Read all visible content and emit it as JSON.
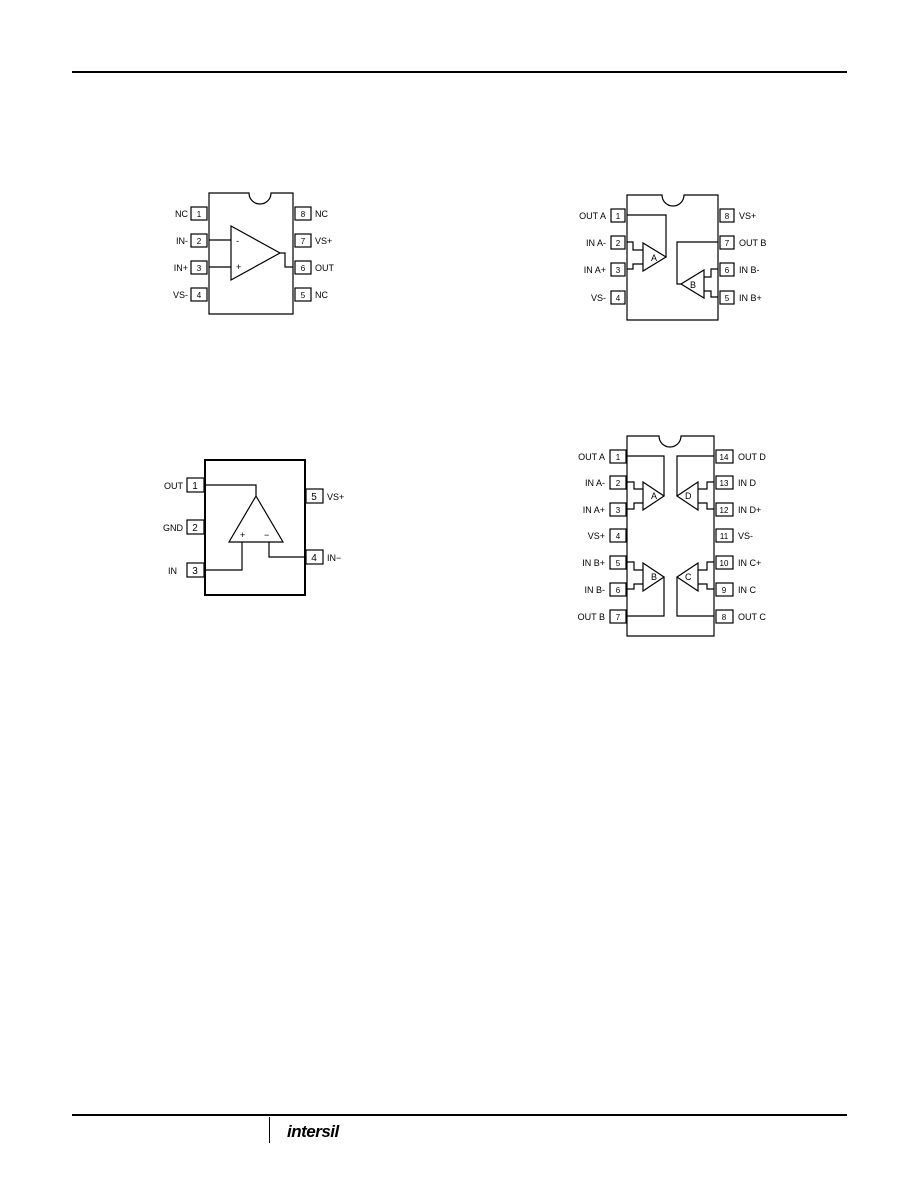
{
  "diagram1": {
    "left_pins": [
      {
        "num": "1",
        "label": "NC"
      },
      {
        "num": "2",
        "label": "IN-"
      },
      {
        "num": "3",
        "label": "IN+"
      },
      {
        "num": "4",
        "label": "VS-"
      }
    ],
    "right_pins": [
      {
        "num": "8",
        "label": "NC"
      },
      {
        "num": "7",
        "label": "VS+"
      },
      {
        "num": "6",
        "label": "OUT"
      },
      {
        "num": "5",
        "label": "NC"
      }
    ],
    "opamp": {
      "plus": "+",
      "minus": "-"
    }
  },
  "diagram2": {
    "left_pins": [
      {
        "num": "1",
        "label": "OUT A"
      },
      {
        "num": "2",
        "label": "IN A-"
      },
      {
        "num": "3",
        "label": "IN A+"
      },
      {
        "num": "4",
        "label": "VS-"
      }
    ],
    "right_pins": [
      {
        "num": "8",
        "label": "VS+"
      },
      {
        "num": "7",
        "label": "OUT B"
      },
      {
        "num": "6",
        "label": "IN B-"
      },
      {
        "num": "5",
        "label": "IN B+"
      }
    ],
    "amp_a": "A",
    "amp_b": "B"
  },
  "diagram3": {
    "left_pins": [
      {
        "num": "1",
        "label": "OUT"
      },
      {
        "num": "2",
        "label": "GND"
      },
      {
        "num": "3",
        "label": "IN"
      }
    ],
    "right_pins": [
      {
        "num": "5",
        "label": "VS+"
      },
      {
        "num": "4",
        "label": "IN−"
      }
    ],
    "opamp": {
      "plus": "+",
      "minus": "−"
    }
  },
  "diagram4": {
    "left_pins": [
      {
        "num": "1",
        "label": "OUT A"
      },
      {
        "num": "2",
        "label": "IN A-"
      },
      {
        "num": "3",
        "label": "IN A+"
      },
      {
        "num": "4",
        "label": "VS+"
      },
      {
        "num": "5",
        "label": "IN B+"
      },
      {
        "num": "6",
        "label": "IN B-"
      },
      {
        "num": "7",
        "label": "OUT B"
      }
    ],
    "right_pins": [
      {
        "num": "14",
        "label": "OUT D"
      },
      {
        "num": "13",
        "label": "IN D"
      },
      {
        "num": "12",
        "label": "IN D+"
      },
      {
        "num": "11",
        "label": "VS-"
      },
      {
        "num": "10",
        "label": "IN C+"
      },
      {
        "num": "9",
        "label": "IN C"
      },
      {
        "num": "8",
        "label": "OUT C"
      }
    ],
    "amps": [
      "A",
      "D",
      "B",
      "C"
    ]
  },
  "footer": {
    "logo_text": "intersil"
  }
}
